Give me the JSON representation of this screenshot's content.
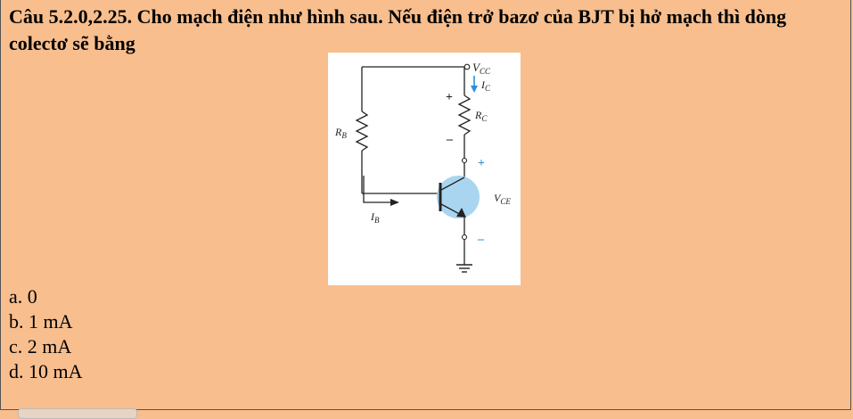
{
  "question": {
    "text": "Câu 5.2.0,2.25. Cho mạch điện như hình sau. Nếu điện trở bazơ của BJT bị hở mạch thì dòng colectơ sẽ bằng"
  },
  "figure": {
    "labels": {
      "vcc": "V",
      "vcc_sub": "CC",
      "ic": "I",
      "ic_sub": "C",
      "rc": "R",
      "rc_sub": "C",
      "rb": "R",
      "rb_sub": "B",
      "vce": "V",
      "vce_sub": "CE",
      "ib": "I",
      "ib_sub": "B",
      "plus_rc": "+",
      "minus_rc": "–",
      "plus_ce": "+",
      "minus_ce": "–"
    },
    "colors": {
      "transistor_fill": "#a9d5f0",
      "arrow": "#2a8fd6"
    }
  },
  "answers": [
    {
      "text": "a. 0"
    },
    {
      "text": "b. 1 mA"
    },
    {
      "text": "c. 2 mA"
    },
    {
      "text": "d. 10 mA"
    }
  ]
}
